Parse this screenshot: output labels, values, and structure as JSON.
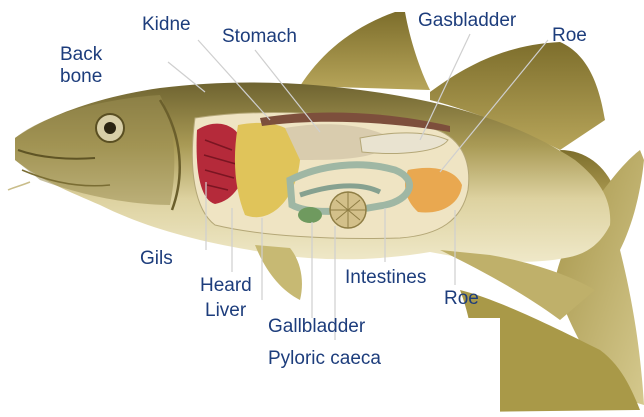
{
  "figure": {
    "subject": "fish-anatomy",
    "label_color": "#1d3d7c",
    "leader_color": "#cfcfcf",
    "body_colors": {
      "back": "#8a7a3c",
      "belly": "#e8dfb0",
      "fin": "#9c8a3e",
      "cavity": "#efe3c2"
    }
  },
  "labels": {
    "back_bone_1": "Back",
    "back_bone_2": "bone",
    "kidne": "Kidne",
    "stomach": "Stomach",
    "gasbladder": "Gasbladder",
    "roe_top": "Roe",
    "gils": "Gils",
    "heard": "Heard",
    "liver": "Liver",
    "gallbladder": "Gallbladder",
    "pyloric_caeca": "Pyloric caeca",
    "intestines": "Intestines",
    "roe_bottom": "Roe"
  }
}
